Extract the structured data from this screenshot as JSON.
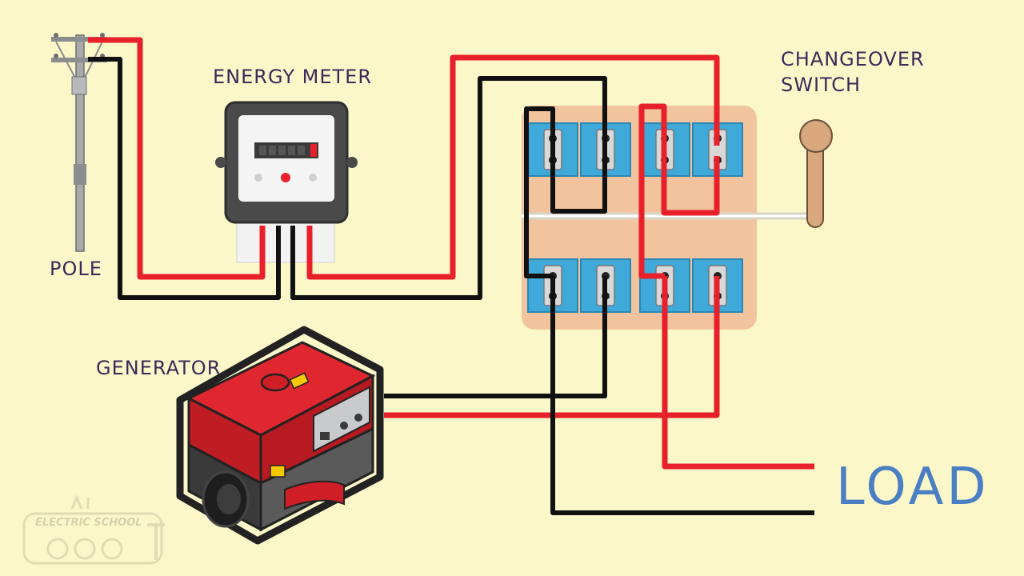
{
  "labels": {
    "energy_meter": "ENERGY METER",
    "changeover_line1": "CHANGEOVER",
    "changeover_line2": "SWITCH",
    "pole": "POLE",
    "generator": "GENERATOR",
    "load": "LOAD"
  },
  "watermark": {
    "text": "ELECTRIC SCHOOL"
  },
  "colors": {
    "background": "#fbf7c9",
    "live_wire": "#e8202a",
    "neutral_wire": "#111111",
    "terminal_block": "#3fa9d9",
    "switch_panel": "#f2c49e",
    "label_text": "#3a2a5a",
    "load_text": "#4a7fc4",
    "generator_body": "#d8222a"
  },
  "icons": [
    "utility-pole-icon",
    "energy-meter-icon",
    "changeover-switch-icon",
    "generator-icon"
  ]
}
